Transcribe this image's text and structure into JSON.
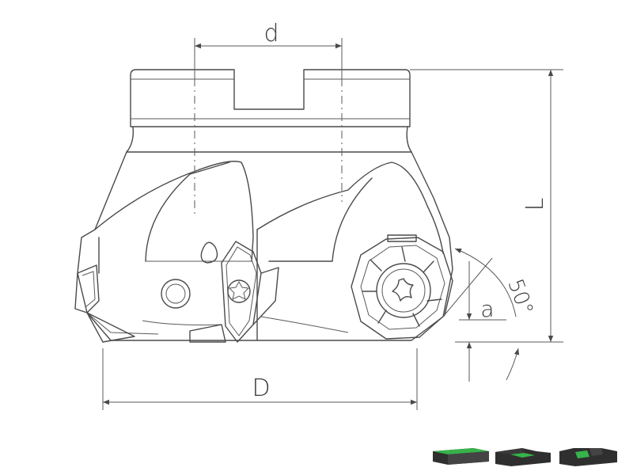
{
  "dimensions": {
    "d": "d",
    "L": "L",
    "D": "D",
    "a": "a",
    "angle": "50°"
  },
  "colors": {
    "line": "#4a4a4a",
    "insert_dark": "#2f2f2f",
    "insert_green": "#36b34a"
  },
  "icons": [
    "insert-shape-flat-icon",
    "insert-shape-step-icon",
    "insert-shape-notch-icon"
  ]
}
